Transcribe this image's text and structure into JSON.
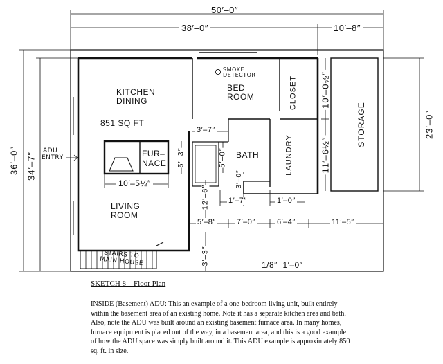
{
  "dimensions": {
    "total_width": "50′–0″",
    "left_width": "38′–0″",
    "right_width": "10′–8″",
    "total_depth": "36′–0″",
    "adu_depth": "34′–7″",
    "storage_depth": "23′–0″",
    "bedroom_depth": "10′–0½″",
    "laundry_depth": "11′–6½″",
    "furnace_width": "10′–5½″",
    "furnace_depth": "5′–3″",
    "bath_width": "3′–7″",
    "bath_depth": "5′–0″",
    "bath_small": "3′–0″",
    "living_seg": "12′–6″",
    "stair_seg": "3′–3″",
    "bottom_1": "5′–8″",
    "bottom_2": "7′–0″",
    "bottom_3": "6′–4″",
    "bottom_4": "11′–5″",
    "mid_1": "1′–7″",
    "mid_2": "1′–0″"
  },
  "rooms": {
    "kitchen_line1": "KITCHEN",
    "kitchen_line2": "DINING",
    "area": "851 SQ FT",
    "furnace_line1": "FUR–",
    "furnace_line2": "NACE",
    "living_line1": "LIVING",
    "living_line2": "ROOM",
    "bed_line1": "BED",
    "bed_line2": "ROOM",
    "closet": "CLOSET",
    "bath": "BATH",
    "laundry": "LAUNDRY",
    "storage": "STORAGE"
  },
  "annotations": {
    "smoke_line1": "SMOKE",
    "smoke_line2": "DETECTOR",
    "adu_entry_line1": "ADU",
    "adu_entry_line2": "ENTRY",
    "stairs_line1": "STAIRS TO",
    "stairs_line2": "MAIN HOUSE",
    "scale": "1/8″=1′–0″"
  },
  "caption": "SKETCH 8—Floor Plan",
  "description": "INSIDE (Basement) ADU: This an example of a one-bedroom living unit, built entirely within the basement area of an existing home. Note it has a separate kitchen area and bath. Also, note the ADU was built around an existing basement furnace area. In many homes, furnace equipment is placed out of the way, in a basement area, and this is a good example of how the ADU space was simply built around it. This ADU example is approximately 850 sq. ft. in size."
}
